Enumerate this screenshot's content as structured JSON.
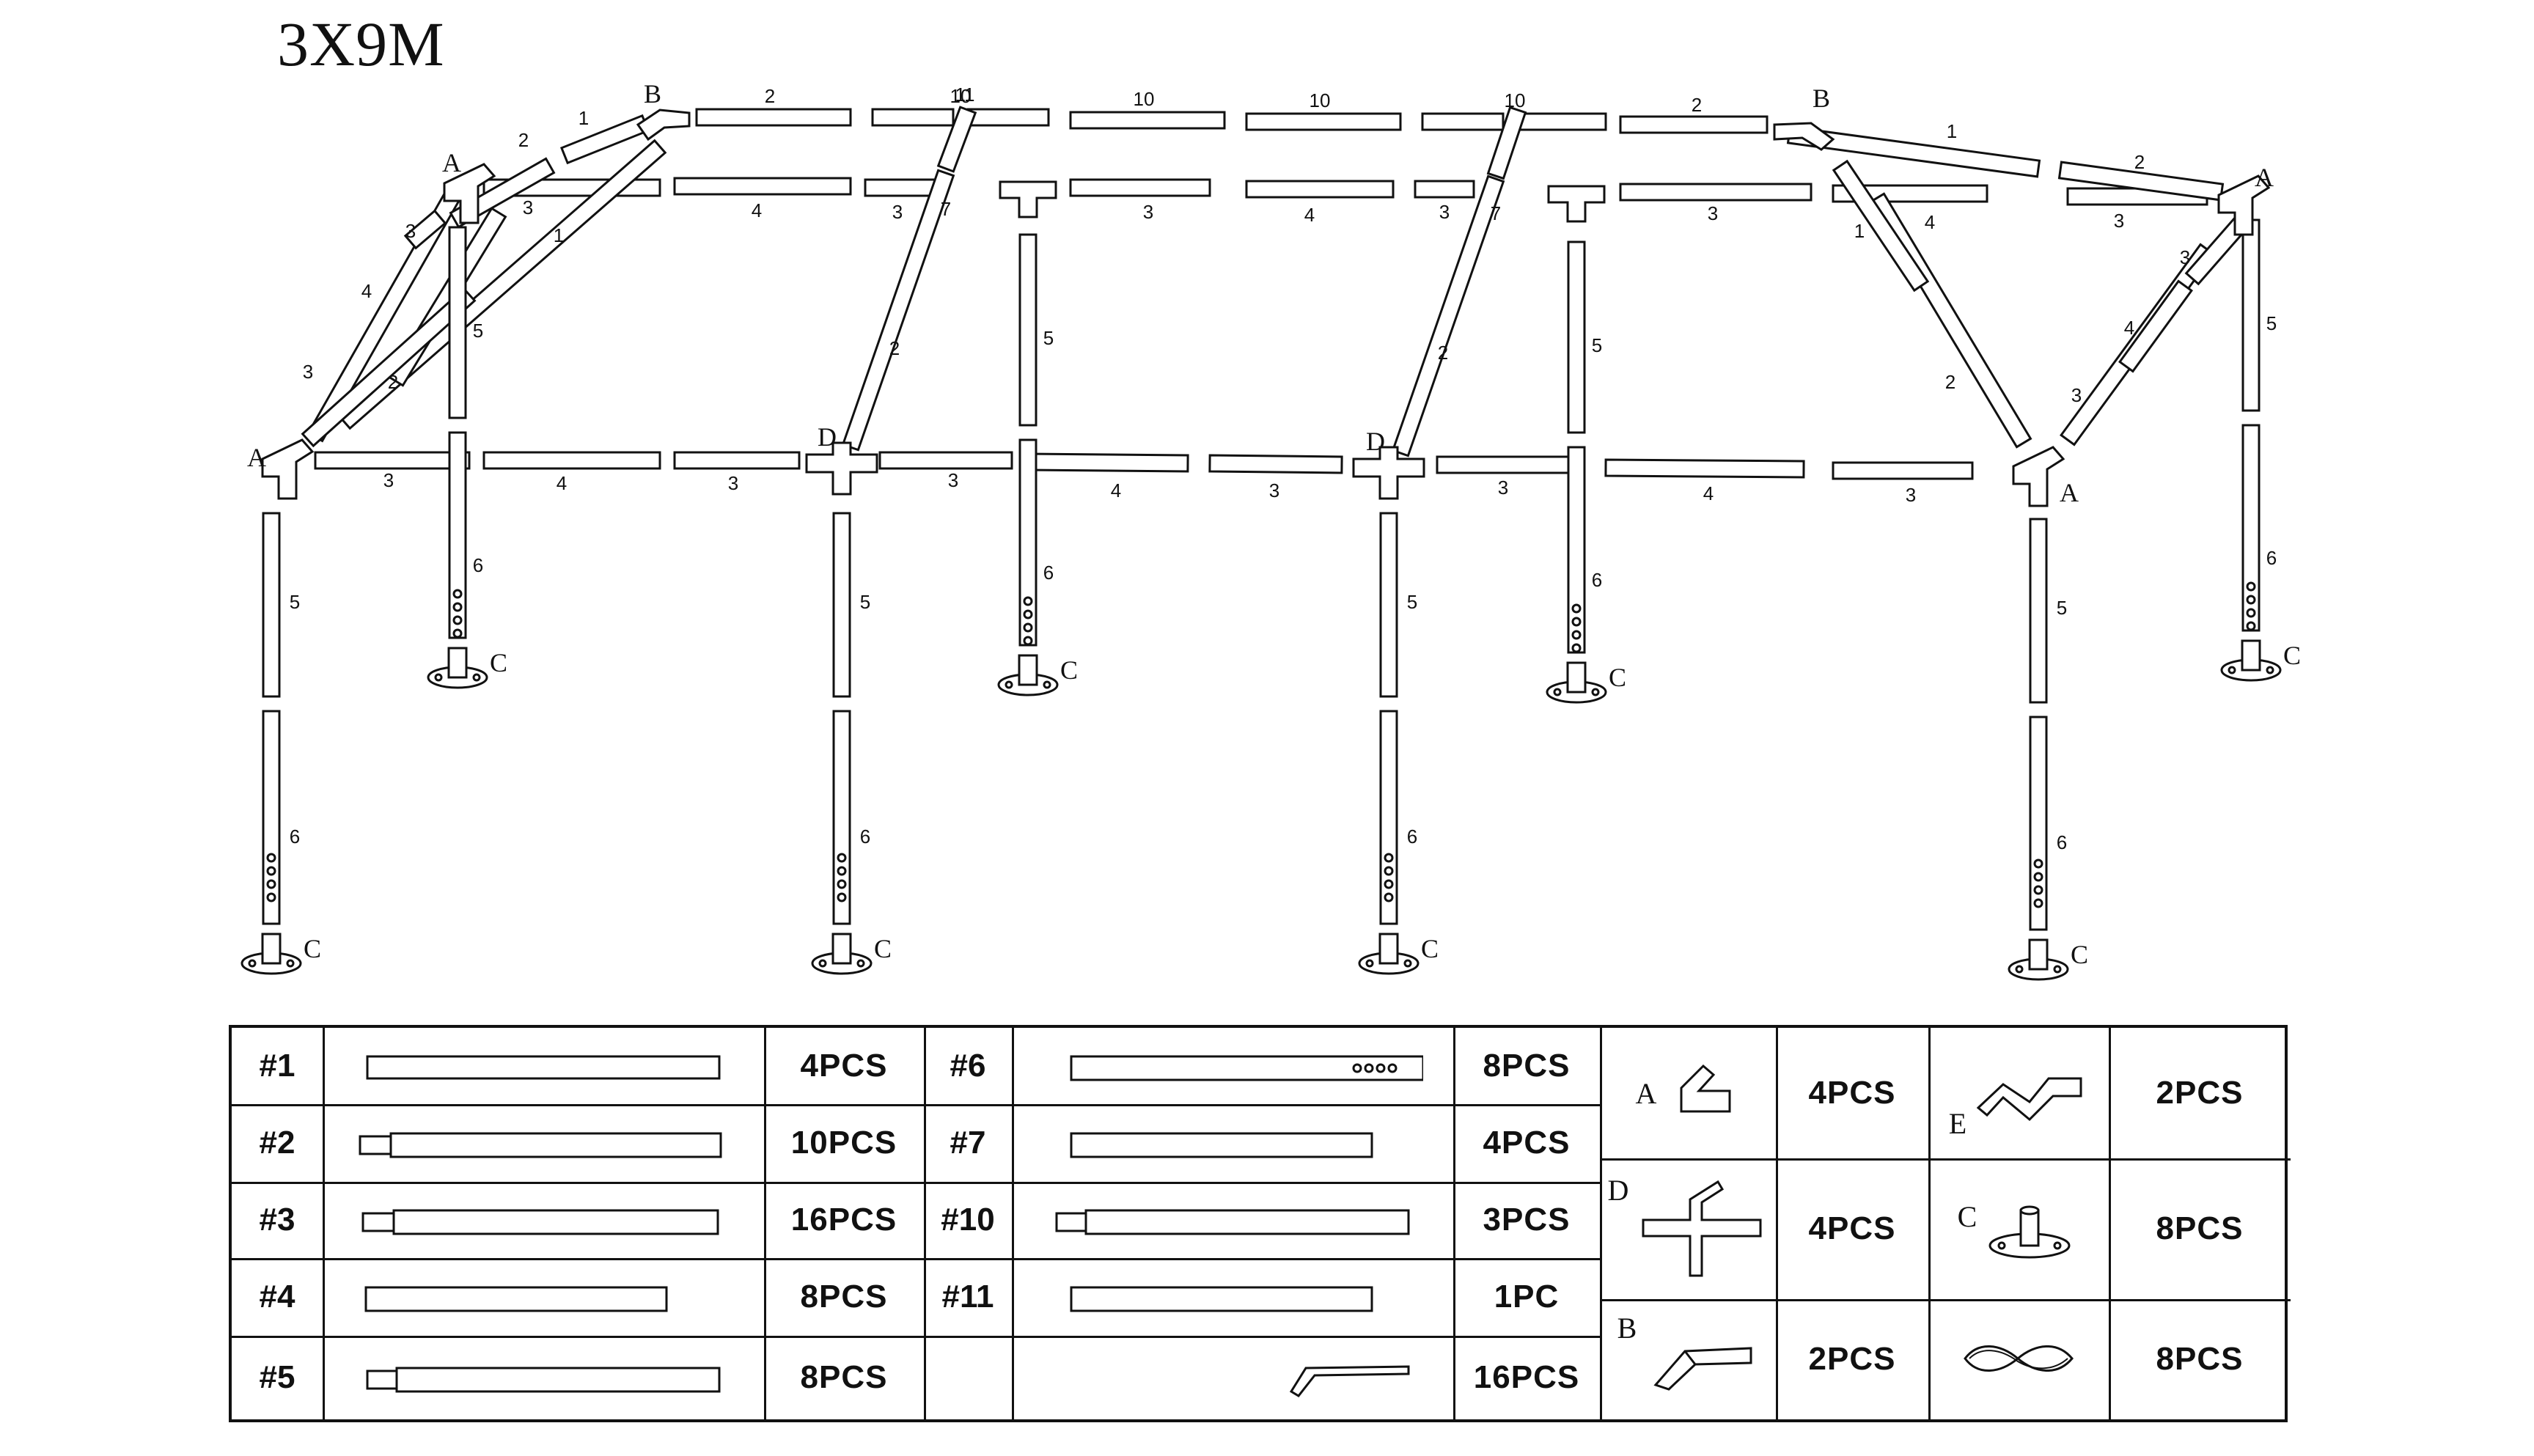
{
  "title": "3X9M",
  "diagram": {
    "part_numbers": [
      "1",
      "2",
      "3",
      "4",
      "5",
      "6",
      "7",
      "10",
      "11"
    ],
    "connector_letters": [
      "A",
      "B",
      "C",
      "D"
    ]
  },
  "parts_table": {
    "left_block": [
      {
        "code": "#1",
        "qty": "4PCS"
      },
      {
        "code": "#2",
        "qty": "10PCS"
      },
      {
        "code": "#3",
        "qty": "16PCS"
      },
      {
        "code": "#4",
        "qty": "8PCS"
      },
      {
        "code": "#5",
        "qty": "8PCS"
      }
    ],
    "middle_block": [
      {
        "code": "#6",
        "qty": "8PCS"
      },
      {
        "code": "#7",
        "qty": "4PCS"
      },
      {
        "code": "#10",
        "qty": "3PCS"
      },
      {
        "code": "#11",
        "qty": "1PC"
      },
      {
        "code": "",
        "qty": "16PCS",
        "icon": "hex-key-icon"
      }
    ],
    "right_block": [
      {
        "code": "A",
        "qty": "4PCS",
        "icon": "connector-a-icon"
      },
      {
        "code": "D",
        "qty": "4PCS",
        "icon": "connector-d-icon"
      },
      {
        "code": "B",
        "qty": "2PCS",
        "icon": "connector-b-icon"
      },
      {
        "code": "E",
        "qty": "2PCS",
        "icon": "connector-e-icon"
      },
      {
        "code": "C",
        "qty": "8PCS",
        "icon": "foot-plate-c-icon"
      },
      {
        "code": "",
        "qty": "8PCS",
        "icon": "bungee-cord-icon"
      }
    ]
  }
}
